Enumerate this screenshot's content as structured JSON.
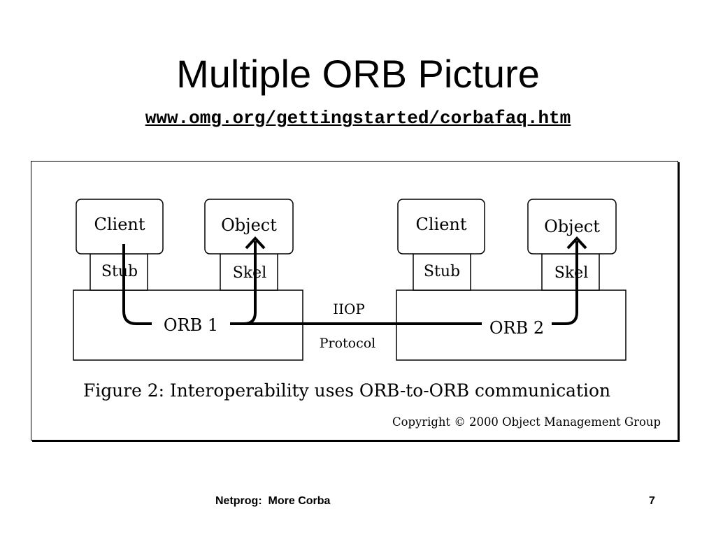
{
  "slide": {
    "title": "Multiple ORB Picture",
    "url": "www.omg.org/gettingstarted/corbafaq.htm",
    "footer_text": "Netprog:  More Corba",
    "page_number": "7"
  },
  "diagram": {
    "left": {
      "client": "Client",
      "object": "Object",
      "stub": "Stub",
      "skel": "Skel",
      "orb": "ORB 1"
    },
    "right": {
      "client": "Client",
      "object": "Object",
      "stub": "Stub",
      "skel": "Skel",
      "orb": "ORB 2"
    },
    "link_top": "IIOP",
    "link_bottom": "Protocol",
    "caption": "Figure 2: Interoperability uses ORB-to-ORB communication",
    "copyright": "Copyright © 2000 Object Management Group"
  }
}
